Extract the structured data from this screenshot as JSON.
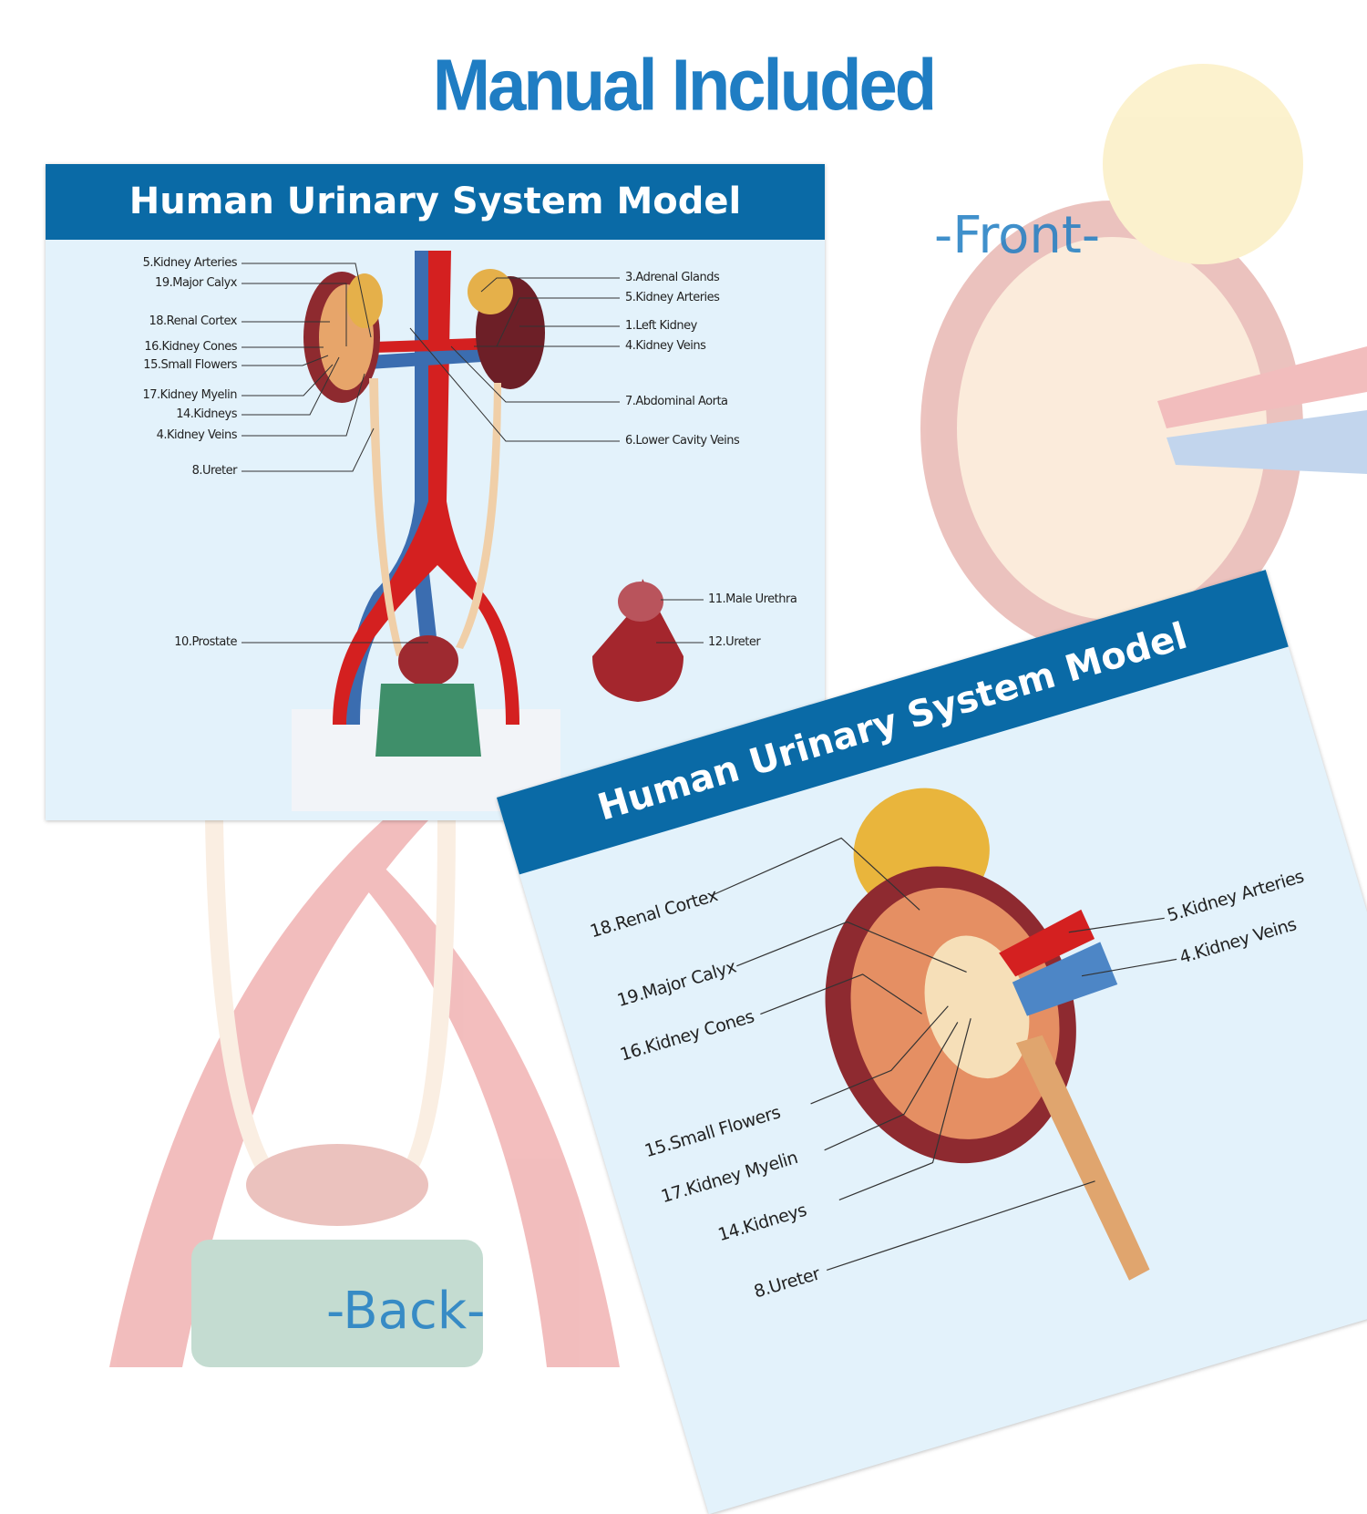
{
  "headline": "Manual Included",
  "watermarks": {
    "front": "-Front-",
    "back": "-Back-"
  },
  "card_front_model": {
    "title": "Human Urinary System Model",
    "left_labels": [
      "5.Kidney Arteries",
      "19.Major Calyx",
      "18.Renal Cortex",
      "16.Kidney Cones",
      "15.Small Flowers",
      "17.Kidney Myelin",
      "14.Kidneys",
      "4.Kidney Veins",
      "8.Ureter",
      "10.Prostate"
    ],
    "right_labels": [
      "3.Adrenal Glands",
      "5.Kidney Arteries",
      "1.Left Kidney",
      "4.Kidney Veins",
      "7.Abdominal Aorta",
      "6.Lower Cavity Veins"
    ],
    "inset_labels": [
      "11.Male Urethra",
      "12.Ureter"
    ]
  },
  "card_kidney": {
    "title": "Human Urinary System Model",
    "left_labels": [
      "18.Renal Cortex",
      "19.Major Calyx",
      "16.Kidney Cones",
      "15.Small Flowers",
      "17.Kidney Myelin",
      "14.Kidneys",
      "8.Ureter"
    ],
    "right_labels": [
      "5.Kidney Arteries",
      "4.Kidney Veins"
    ]
  },
  "colors": {
    "brand_blue": "#1f7dc3",
    "header_blue": "#0a6aa6",
    "card_bg": "#e3f2fb"
  }
}
